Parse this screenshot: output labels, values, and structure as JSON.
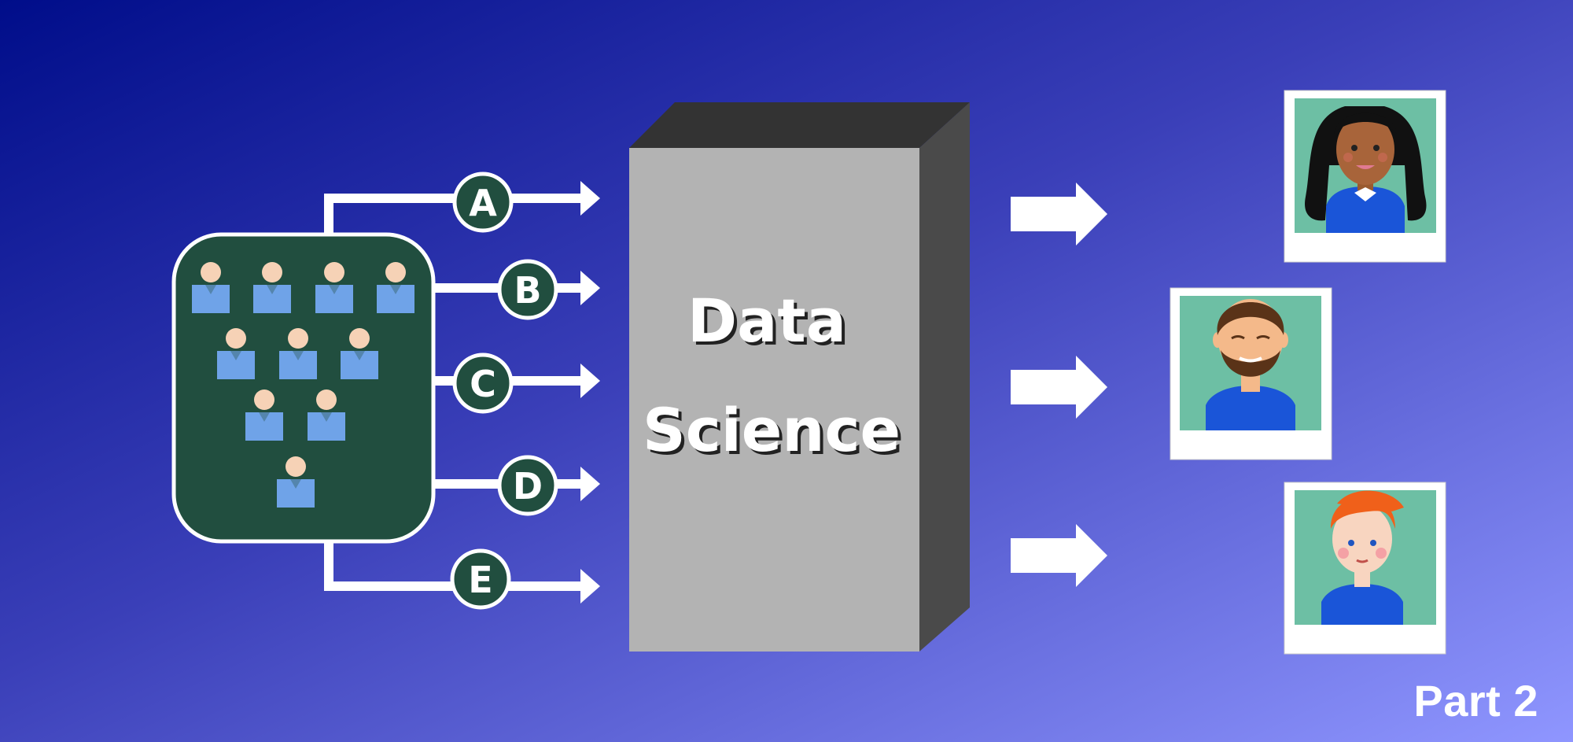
{
  "colors": {
    "background_start": "#000d8a",
    "background_mid": "#3a3fb8",
    "background_end": "#8f96ff",
    "panel": "#214e3f",
    "person_body": "#6fa3e8",
    "person_head": "#f6d2b6",
    "connector": "#ffffff",
    "box_front": "#b3b3b3",
    "box_top": "#333333",
    "box_side": "#4a4a4a",
    "photo_bg": "#6dbfa4",
    "shirt": "#1a55d8"
  },
  "inputs": [
    {
      "label": "A"
    },
    {
      "label": "B"
    },
    {
      "label": "C"
    },
    {
      "label": "D"
    },
    {
      "label": "E"
    }
  ],
  "box": {
    "line1": "Data",
    "line2": "Science"
  },
  "outputs": [
    {
      "icon": "woman-portrait-icon"
    },
    {
      "icon": "bearded-man-portrait-icon"
    },
    {
      "icon": "redhead-boy-portrait-icon"
    }
  ],
  "footer": {
    "label": "Part 2"
  }
}
